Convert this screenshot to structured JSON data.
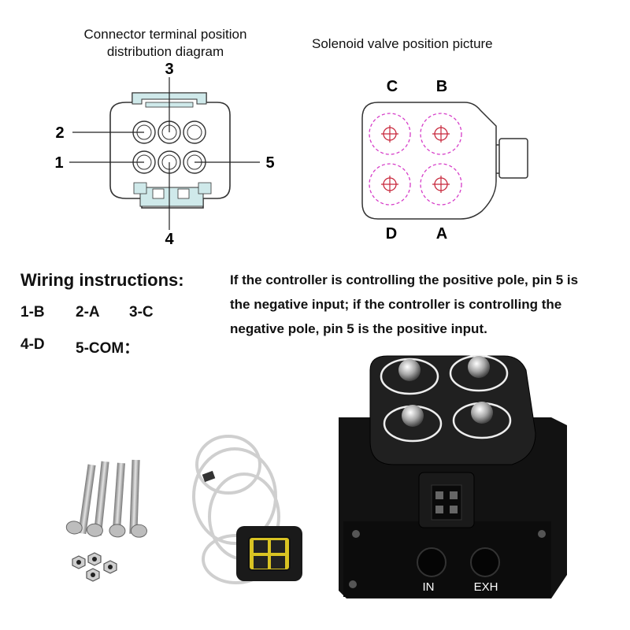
{
  "connector": {
    "title_line1": "Connector terminal position",
    "title_line2": "distribution diagram",
    "pins": {
      "p1": "1",
      "p2": "2",
      "p3": "3",
      "p4": "4",
      "p5": "5"
    }
  },
  "solenoid": {
    "title": "Solenoid valve position picture",
    "ports": {
      "a": "A",
      "b": "B",
      "c": "C",
      "d": "D"
    }
  },
  "wiring": {
    "title": "Wiring instructions:",
    "pairs": [
      "1-B",
      "2-A",
      "3-C",
      "4-D",
      "5-COM："
    ]
  },
  "note": {
    "line1": "If the controller is controlling the positive pole, pin 5 is",
    "line2": "the negative input; if the controller is controlling the",
    "line3": "negative pole, pin 5 is the positive input."
  },
  "product": {
    "port_in": "IN",
    "port_exh": "EXH"
  },
  "colors": {
    "dashed_circle": "#d63cc8",
    "crosshair": "#c8283c",
    "connector_fill": "#d8eeee"
  }
}
